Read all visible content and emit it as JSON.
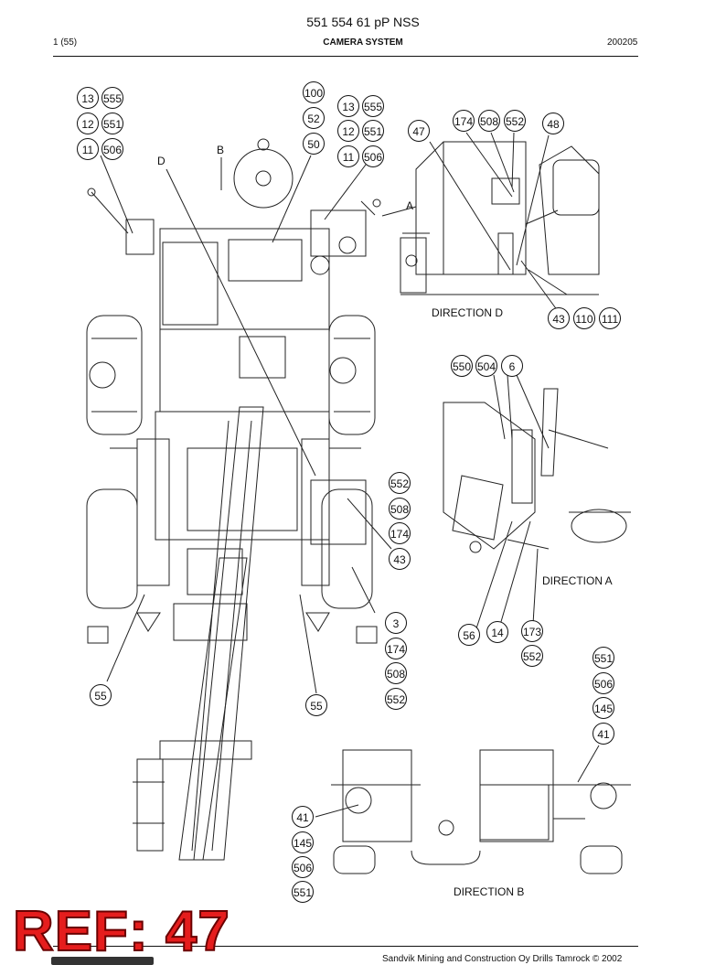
{
  "header": {
    "title": "551 554 61 pP NSS",
    "page": "1 (55)",
    "section": "CAMERA SYSTEM",
    "code": "200205"
  },
  "callouts": {
    "main_left": [
      "13",
      "555",
      "12",
      "551",
      "11",
      "506"
    ],
    "main_center": [
      "100",
      "52",
      "50"
    ],
    "main_right": [
      "13",
      "555",
      "12",
      "551",
      "11",
      "506"
    ],
    "dir_d_top": [
      "174",
      "508",
      "552",
      "48",
      "47"
    ],
    "dir_d_bottom": [
      "43",
      "110",
      "111"
    ],
    "dir_a_top": [
      "550",
      "504",
      "6"
    ],
    "right_column": [
      "552",
      "508",
      "174",
      "43"
    ],
    "lower_mid": [
      "3",
      "174",
      "508",
      "552"
    ],
    "dir_a_bottom": [
      "56",
      "14",
      "173",
      "552"
    ],
    "far_right": [
      "551",
      "506",
      "145",
      "41"
    ],
    "dir_b_left": [
      "41",
      "145",
      "506",
      "551"
    ],
    "feet": [
      "55",
      "55"
    ]
  },
  "labels": {
    "dir_d": "DIRECTION D",
    "dir_a": "DIRECTION A",
    "dir_b": "DIRECTION B",
    "letter_a": "A",
    "letter_b": "B",
    "letter_d": "D"
  },
  "stamp": "REF: 47",
  "footer": "Sandvik Mining and Construction Oy Drills Tamrock © 2002"
}
